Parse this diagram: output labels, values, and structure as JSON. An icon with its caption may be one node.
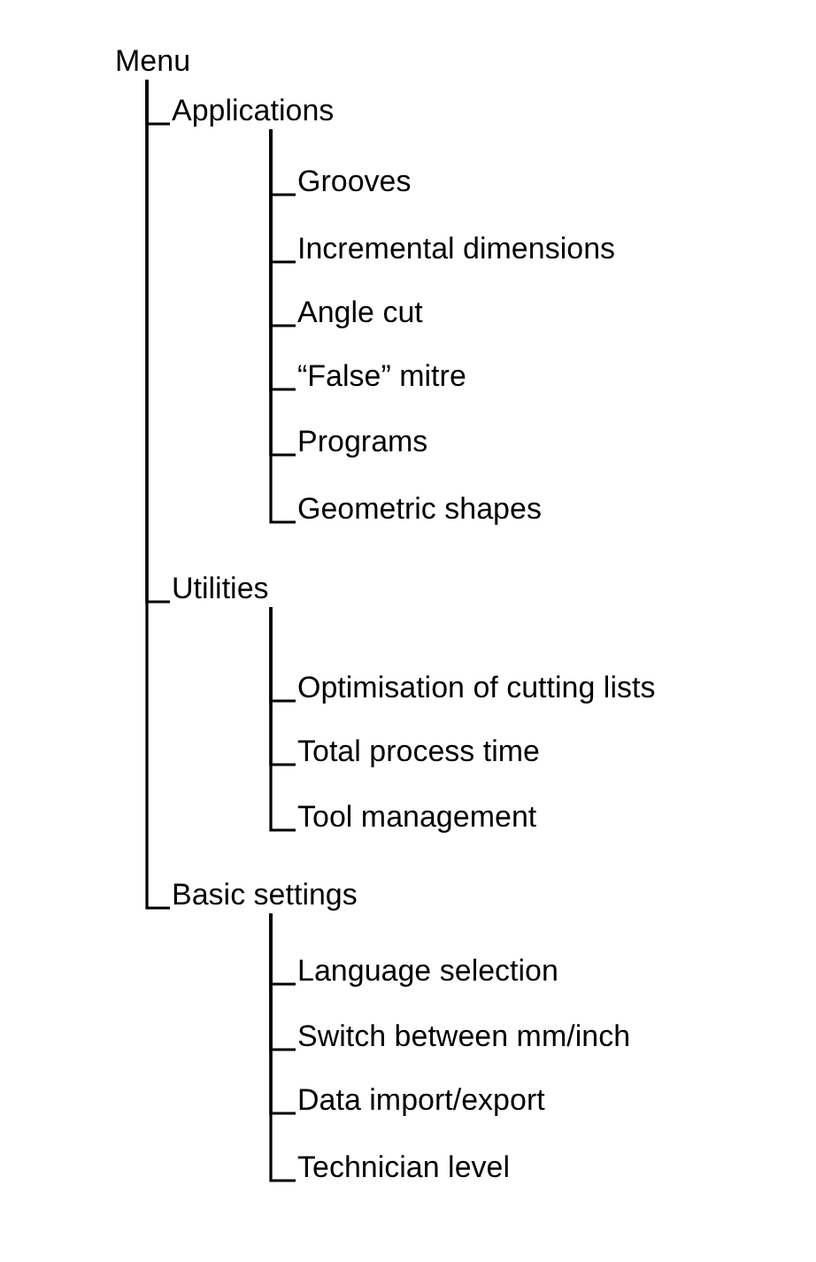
{
  "diagram": {
    "nodes": [
      {
        "text": [
          "Menu"
        ]
      },
      {
        "text": [
          "Applications"
        ]
      },
      {
        "text": [
          "Grooves"
        ]
      },
      {
        "text": [
          "Incremental dimensions"
        ]
      },
      {
        "text": [
          "Angle cut"
        ]
      },
      {
        "text": [
          "“False” mitre"
        ]
      },
      {
        "text": [
          "Programs"
        ]
      },
      {
        "text": [
          "Geometric shapes"
        ]
      },
      {
        "text": [
          "Utilities"
        ]
      },
      {
        "text": [
          "Optimisation of cutting lists"
        ]
      },
      {
        "text": [
          "Total process time"
        ]
      },
      {
        "text": [
          "Tool management"
        ]
      },
      {
        "text": [
          "Basic settings"
        ]
      },
      {
        "text": [
          "Language selection"
        ]
      },
      {
        "text": [
          "Switch between mm/inch"
        ]
      },
      {
        "text": [
          "Data import/export"
        ]
      },
      {
        "text": [
          "Technician level"
        ]
      }
    ],
    "edges": [
      {
        "from": 0,
        "to": 1,
        "arrow": "none"
      },
      {
        "from": 1,
        "to": 2,
        "arrow": "none"
      },
      {
        "from": 1,
        "to": 3,
        "arrow": "none"
      },
      {
        "from": 1,
        "to": 4,
        "arrow": "none"
      },
      {
        "from": 1,
        "to": 5,
        "arrow": "none"
      },
      {
        "from": 1,
        "to": 6,
        "arrow": "none"
      },
      {
        "from": 1,
        "to": 7,
        "arrow": "none"
      },
      {
        "from": 0,
        "to": 8,
        "arrow": "none"
      },
      {
        "from": 8,
        "to": 9,
        "arrow": "none"
      },
      {
        "from": 8,
        "to": 10,
        "arrow": "none"
      },
      {
        "from": 8,
        "to": 11,
        "arrow": "none"
      },
      {
        "from": 0,
        "to": 12,
        "arrow": "none"
      },
      {
        "from": 12,
        "to": 13,
        "arrow": "none"
      },
      {
        "from": 12,
        "to": 14,
        "arrow": "none"
      },
      {
        "from": 12,
        "to": 15,
        "arrow": "none"
      },
      {
        "from": 12,
        "to": 16,
        "arrow": "none"
      }
    ]
  }
}
